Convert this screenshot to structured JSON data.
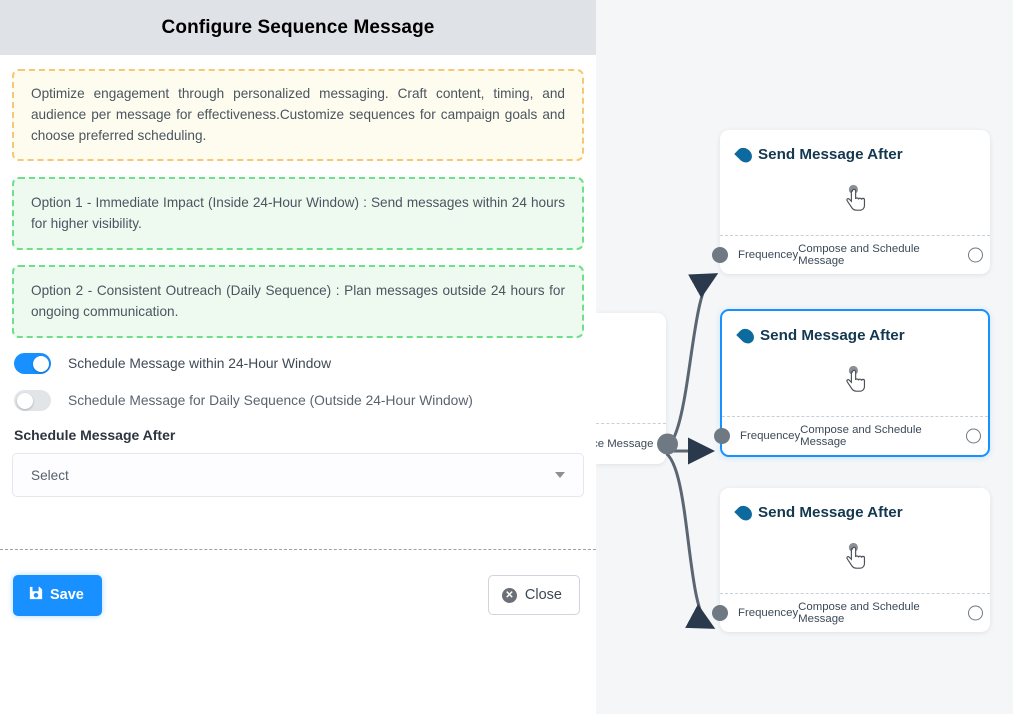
{
  "panel": {
    "title": "Configure Sequence Message",
    "notes": [
      {
        "variant": "yellow",
        "text": "Optimize engagement through personalized messaging. Craft content, timing, and audience per message for effectiveness.Customize sequences for campaign goals and choose preferred scheduling."
      },
      {
        "variant": "green",
        "text": "Option 1 - Immediate Impact (Inside 24-Hour Window) : Send messages within 24 hours for higher visibility."
      },
      {
        "variant": "green",
        "text": "Option 2 - Consistent Outreach (Daily Sequence) : Plan messages outside 24 hours for ongoing communication."
      }
    ],
    "toggles": [
      {
        "label": "Schedule Message within 24-Hour Window",
        "state": "on"
      },
      {
        "label": "Schedule Message for Daily Sequence (Outside 24-Hour Window)",
        "state": "off"
      }
    ],
    "schedule_field": {
      "label": "Schedule Message After",
      "value": "Select",
      "caret_icon": "chevron-down-icon"
    },
    "footer": {
      "save_label": "Save",
      "save_icon": "floppy-disk-icon",
      "close_label": "Close",
      "close_icon": "close-circle-icon"
    }
  },
  "canvas": {
    "partial_node": {
      "footer_text": "ce Message"
    },
    "nodes": [
      {
        "title": "Send Message After",
        "icon": "water-drop-icon",
        "body_icon": "hand-pointer-icon",
        "footer_left": "Frequencey",
        "footer_right": "Compose and Schedule Message",
        "selected": false
      },
      {
        "title": "Send Message After",
        "icon": "water-drop-icon",
        "body_icon": "hand-pointer-icon",
        "footer_left": "Frequencey",
        "footer_right": "Compose and Schedule Message",
        "selected": true
      },
      {
        "title": "Send Message After",
        "icon": "water-drop-icon",
        "body_icon": "hand-pointer-icon",
        "footer_left": "Frequencey",
        "footer_right": "Compose and Schedule Message",
        "selected": false
      }
    ]
  },
  "colors": {
    "accent": "#1890ff",
    "header_bg": "#dfe3e7",
    "canvas_bg": "#f4f6f8",
    "note_yellow_border": "#f7c873",
    "note_green_border": "#6fe08a",
    "node_title": "#14384f",
    "edge": "#5b6672"
  }
}
